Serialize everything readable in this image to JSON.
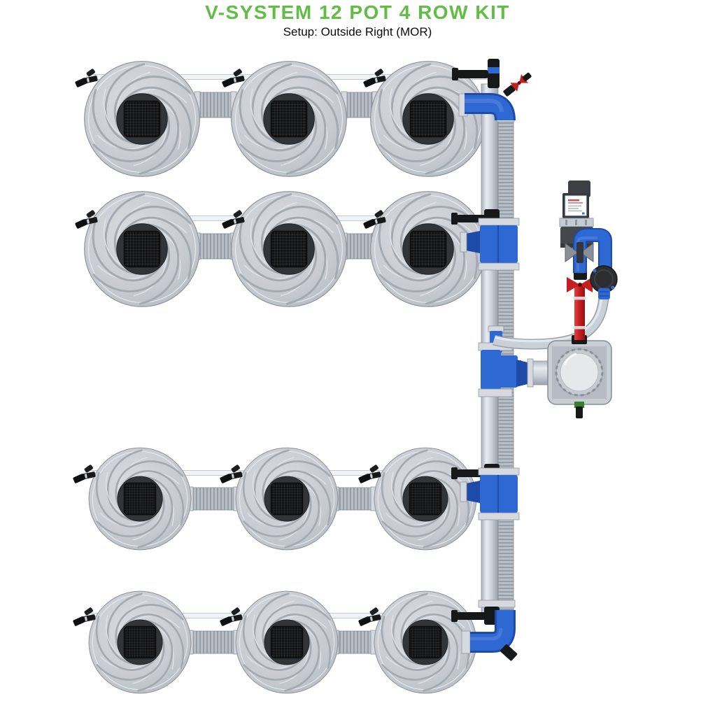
{
  "header": {
    "title": "V-SYSTEM 12 POT 4 ROW KIT",
    "subtitle": "Setup: Outside Right (MOR)"
  },
  "system": {
    "rows": 4,
    "pots_per_row": 3,
    "total_pots": 12
  },
  "colors": {
    "title_green": "#62bd46",
    "text_black": "#0a0a0a",
    "fitting_blue": "#2e68d2",
    "fitting_blue_dark": "#1e4aa8",
    "pipe_red": "#c52020",
    "hose_gray": "#c9d0d8",
    "black_fitting": "#17181a",
    "pot_gray": "#c9cdd3",
    "controller_gray": "#44474c",
    "reservoir_gray": "#c9ced5",
    "drain_green": "#3a7d2c"
  }
}
